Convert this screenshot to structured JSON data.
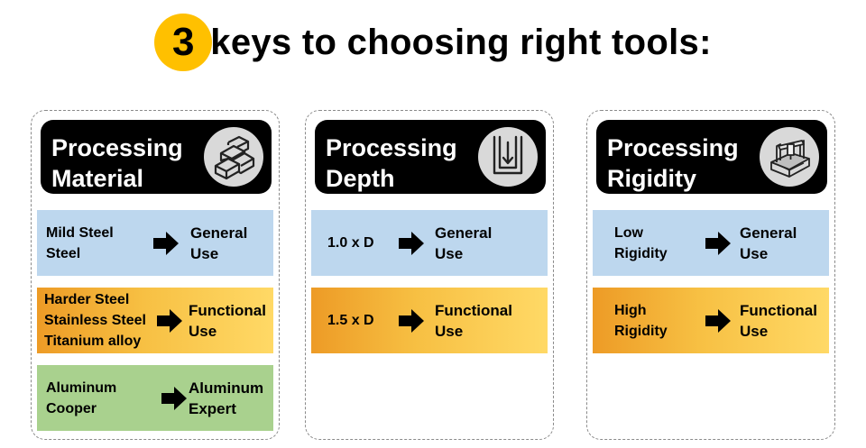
{
  "title": {
    "number": "3",
    "text": "keys to choosing right tools:"
  },
  "colors": {
    "title_circle": "#FFC000",
    "row_blue": "#BDD7EE",
    "row_orange_start": "#ED9B26",
    "row_orange_end": "#FFD966",
    "row_green": "#A9D18E",
    "header": "#000000",
    "icon_circle": "#D9D9D9"
  },
  "panels": [
    {
      "header": [
        "Processing",
        "Material"
      ],
      "icon": "stacked-blocks-icon",
      "rows": [
        {
          "left": [
            "Mild Steel",
            "Steel"
          ],
          "right": [
            "General",
            "Use"
          ]
        },
        {
          "left": [
            "Harder Steel",
            "Stainless Steel",
            "Titanium alloy"
          ],
          "right": [
            "Functional",
            "Use"
          ]
        },
        {
          "left": [
            "Aluminum",
            "Cooper"
          ],
          "right": [
            "Aluminum",
            "Expert"
          ]
        }
      ]
    },
    {
      "header": [
        "Processing",
        "Depth"
      ],
      "icon": "depth-arrow-icon",
      "rows": [
        {
          "left": [
            "1.0 x D"
          ],
          "right": [
            "General",
            "Use"
          ]
        },
        {
          "left": [
            "1.5 x D"
          ],
          "right": [
            "Functional",
            "Use"
          ]
        }
      ]
    },
    {
      "header": [
        "Processing",
        "Rigidity"
      ],
      "icon": "cnc-machine-icon",
      "rows": [
        {
          "left": [
            "Low",
            "Rigidity"
          ],
          "right": [
            "General",
            "Use"
          ]
        },
        {
          "left": [
            "High",
            "Rigidity"
          ],
          "right": [
            "Functional",
            "Use"
          ]
        }
      ]
    }
  ]
}
